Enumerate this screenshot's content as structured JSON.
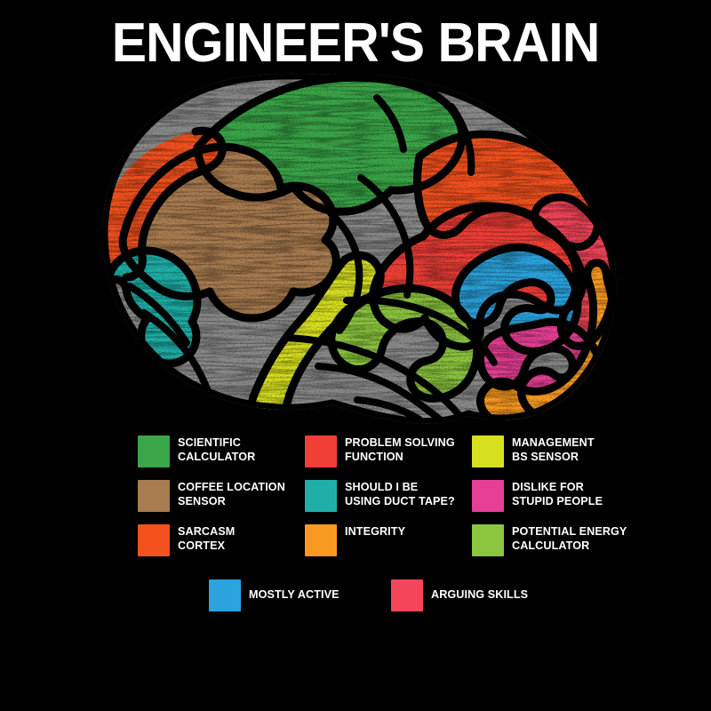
{
  "poster": {
    "title": "ENGINEER'S BRAIN",
    "background_color": "#000000",
    "title_color": "#ffffff"
  },
  "brain": {
    "outline_color": "#000000",
    "base_color": "#8a8a8a",
    "regions": [
      {
        "name": "scientific-calculator",
        "color": "#3aa648",
        "lobe": "superior-frontal"
      },
      {
        "name": "coffee-location-sensor",
        "color": "#a97c4f",
        "lobe": "anterior-frontal"
      },
      {
        "name": "sarcasm-cortex",
        "color": "#f4511e",
        "lobe": "frontal-pole-and-parietal-crown"
      },
      {
        "name": "problem-solving-function",
        "color": "#ef3e36",
        "lobe": "parietal"
      },
      {
        "name": "should-i-be-using-duct-tape",
        "color": "#1eb0a8",
        "lobe": "inferior-frontal"
      },
      {
        "name": "integrity",
        "color": "#f99a20",
        "lobe": "cerebellum-rim"
      },
      {
        "name": "management-bs-sensor",
        "color": "#d7e01f",
        "lobe": "anterior-temporal"
      },
      {
        "name": "dislike-for-stupid-people",
        "color": "#e73f95",
        "lobe": "occipital"
      },
      {
        "name": "potential-energy-calculator",
        "color": "#8cc63e",
        "lobe": "temporal"
      },
      {
        "name": "mostly-active",
        "color": "#2ba3dd",
        "lobe": "posterior-parietal"
      },
      {
        "name": "arguing-skills",
        "color": "#f4455a",
        "lobe": "angular-gyrus"
      },
      {
        "name": "unlabeled-gray",
        "color": "#8a8a8a",
        "lobe": "remaining-cortex"
      }
    ]
  },
  "legend": {
    "items": [
      {
        "label": "SCIENTIFIC CALCULATOR",
        "label_line1": "SCIENTIFIC",
        "label_line2": "CALCULATOR",
        "color": "#3aa648"
      },
      {
        "label": "PROBLEM SOLVING FUNCTION",
        "label_line1": "PROBLEM SOLVING",
        "label_line2": "FUNCTION",
        "color": "#ef3e36"
      },
      {
        "label": "MANAGEMENT BS SENSOR",
        "label_line1": "MANAGEMENT",
        "label_line2": "BS SENSOR",
        "color": "#d7e01f"
      },
      {
        "label": "COFFEE LOCATION SENSOR",
        "label_line1": "COFFEE LOCATION",
        "label_line2": "SENSOR",
        "color": "#a97c4f"
      },
      {
        "label": "SHOULD I BE USING DUCT TAPE?",
        "label_line1": "SHOULD I BE",
        "label_line2": "USING DUCT TAPE?",
        "color": "#1eb0a8"
      },
      {
        "label": "DISLIKE FOR STUPID PEOPLE",
        "label_line1": "DISLIKE FOR",
        "label_line2": "STUPID PEOPLE",
        "color": "#e73f95"
      },
      {
        "label": "SARCASM CORTEX",
        "label_line1": "SARCASM",
        "label_line2": "CORTEX",
        "color": "#f4511e"
      },
      {
        "label": "INTEGRITY",
        "label_line1": "INTEGRITY",
        "label_line2": "",
        "color": "#f99a20"
      },
      {
        "label": "POTENTIAL ENERGY CALCULATOR",
        "label_line1": "POTENTIAL ENERGY",
        "label_line2": "CALCULATOR",
        "color": "#8cc63e"
      }
    ],
    "bottom_items": [
      {
        "label": "MOSTLY ACTIVE",
        "color": "#2ba3dd"
      },
      {
        "label": "ARGUING SKILLS",
        "color": "#f4455a"
      }
    ]
  }
}
